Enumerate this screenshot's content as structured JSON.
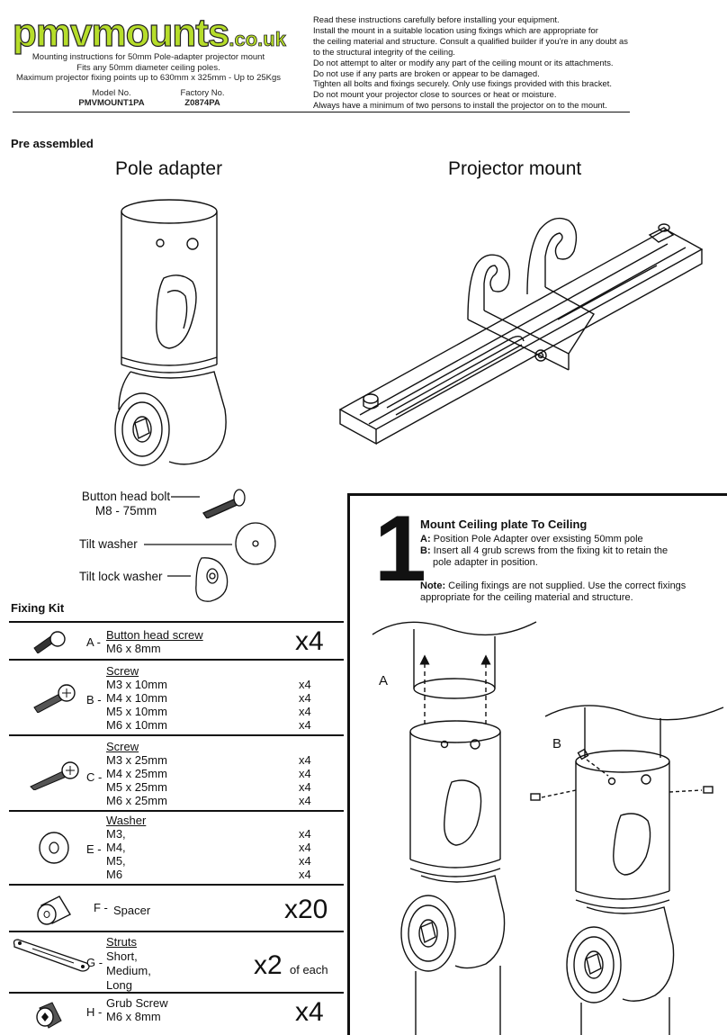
{
  "header": {
    "logo_main": "pmvmounts",
    "logo_suffix": ".co.uk",
    "intro_lines": [
      "Mounting instructions for 50mm Pole-adapter projector mount",
      "Fits any 50mm diameter ceiling poles.",
      "Maximum projector fixing points up to 630mm x 325mm  -  Up to 25Kgs"
    ],
    "model_label": "Model No.",
    "model_value": "PMVMOUNT1PA",
    "factory_label": "Factory No.",
    "factory_value": "Z0874PA",
    "warnings": [
      "Read these instructions carefully before installing your equipment.",
      "Install the mount in a suitable location using fixings which are appropriate for",
      "the ceiling material and structure. Consult a qualified builder if you're in any doubt as",
      "to the structural integrity of the ceiling.",
      "Do not attempt to alter or modify any part of the ceiling mount or its attachments.",
      "Do not use if any parts are broken or appear to be damaged.",
      "Tighten all bolts and fixings securely. Only use fixings provided with this bracket.",
      "Do not mount your projector close to sources or heat or moisture.",
      "Always have a minimum of two persons to install the projector on to the mount."
    ]
  },
  "pre_assembled": {
    "heading": "Pre assembled",
    "pole_adapter_title": "Pole adapter",
    "projector_mount_title": "Projector mount",
    "bolt_label_1": "Button head bolt",
    "bolt_label_2": "M8 - 75mm",
    "tilt_washer": "Tilt washer",
    "tilt_lock_washer": "Tilt lock washer"
  },
  "fixing_kit": {
    "heading": "Fixing Kit",
    "rows": [
      {
        "letter": "A -",
        "title": "Button head screw",
        "sizes": [
          "M6 x 8mm"
        ],
        "qty": "x4",
        "qty_mode": "big"
      },
      {
        "letter": "B -",
        "title": "Screw",
        "sizes": [
          "M3 x 10mm",
          "M4 x 10mm",
          "M5 x 10mm",
          "M6 x 10mm"
        ],
        "qtys": [
          "x4",
          "x4",
          "x4",
          "x4"
        ]
      },
      {
        "letter": "C -",
        "title": "Screw",
        "sizes": [
          "M3 x 25mm",
          "M4 x 25mm",
          "M5 x 25mm",
          "M6 x 25mm"
        ],
        "qtys": [
          "x4",
          "x4",
          "x4",
          "x4"
        ]
      },
      {
        "letter": "E -",
        "title": "Washer",
        "sizes": [
          "M3,",
          "M4,",
          "M5,",
          "M6"
        ],
        "qtys": [
          "x4",
          "x4",
          "x4",
          "x4"
        ]
      },
      {
        "letter": "F -",
        "title": "Spacer",
        "qty": "x20",
        "qty_mode": "big"
      },
      {
        "letter": "G -",
        "title": "Struts",
        "sizes": [
          "Short,",
          "Medium,",
          "Long"
        ],
        "qty": "x2",
        "qty_suffix": "of each",
        "qty_mode": "big"
      },
      {
        "letter": "H -",
        "title": "Grub Screw",
        "sizes": [
          "M6 x 8mm"
        ],
        "qty": "x4",
        "qty_mode": "big"
      }
    ]
  },
  "step1": {
    "number": "1",
    "title": "Mount Ceiling plate To Ceiling",
    "a_key": "A:",
    "a_text": "Position Pole Adapter over exsisting 50mm pole",
    "b_key": "B:",
    "b_text_1": "Insert all 4 grub screws from the fixing kit to retain the",
    "b_text_2": "pole adapter in position.",
    "note_key": "Note:",
    "note_text": "Ceiling fixings are not supplied. Use the correct fixings appropriate for the ceiling material and structure.",
    "label_a": "A",
    "label_b": "B"
  },
  "colors": {
    "logo_green": "#b6dd2a",
    "ink": "#111111"
  }
}
